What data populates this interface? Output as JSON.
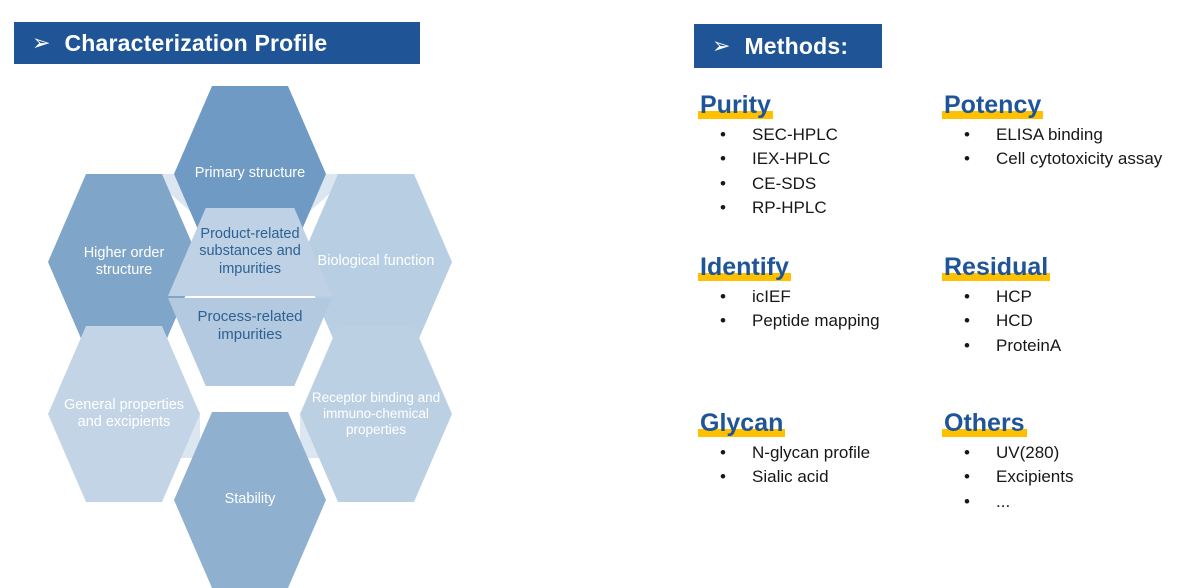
{
  "banners": {
    "characterization": {
      "arrow": "chevron-right-arrow-icon",
      "glyph": "➢",
      "text": "Characterization Profile"
    },
    "methods": {
      "arrow": "chevron-right-arrow-icon",
      "glyph": "➢",
      "text": "Methods:"
    }
  },
  "colors": {
    "banner_blue": "#1F5597",
    "heading_blue": "#1F5597",
    "highlight_yellow": "#FFC000",
    "hex_dark": "#6E9AC4",
    "hex_mid": "#8FB0CF",
    "hex_light": "#B8CEE2",
    "hex_lighter": "#C3D4E7",
    "center_text": "#2E6193",
    "wedge": "#DCE6F1"
  },
  "diagram": {
    "type": "hexagon-cluster",
    "center": {
      "top_label": "Product-related substances and impurities",
      "bottom_label": "Process-related impurities"
    },
    "outer": [
      {
        "key": "primary",
        "label": "Primary structure",
        "color": "#6E9AC4"
      },
      {
        "key": "higher",
        "label": "Higher order structure",
        "color": "#7FA5C9"
      },
      {
        "key": "bio",
        "label": "Biological function",
        "color": "#B8CEE2"
      },
      {
        "key": "general",
        "label": "General properties and excipients",
        "color": "#C3D4E7"
      },
      {
        "key": "receptor",
        "label": "Receptor binding and immuno-chemical properties",
        "color": "#BCD0E4"
      },
      {
        "key": "stability",
        "label": "Stability",
        "color": "#8FB0CF"
      }
    ]
  },
  "methods": {
    "groups": [
      {
        "key": "purity",
        "title": "Purity",
        "items": [
          "SEC-HPLC",
          "IEX-HPLC",
          "CE-SDS",
          "RP-HPLC"
        ]
      },
      {
        "key": "potency",
        "title": "Potency",
        "items": [
          "ELISA binding",
          "Cell cytotoxicity assay"
        ]
      },
      {
        "key": "identify",
        "title": "Identify",
        "items": [
          "icIEF",
          "Peptide mapping"
        ]
      },
      {
        "key": "residual",
        "title": "Residual",
        "items": [
          "HCP",
          "HCD",
          "ProteinA"
        ]
      },
      {
        "key": "glycan",
        "title": "Glycan",
        "items": [
          "N-glycan profile",
          "Sialic acid"
        ]
      },
      {
        "key": "others",
        "title": "Others",
        "items": [
          "UV(280)",
          "Excipients",
          "..."
        ]
      }
    ],
    "bullet": "•"
  }
}
